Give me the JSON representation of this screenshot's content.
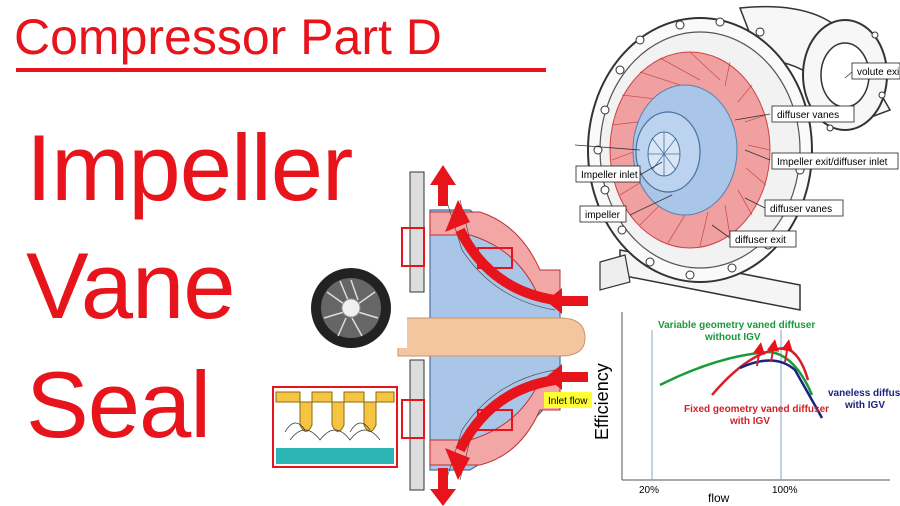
{
  "title": "Compressor Part D",
  "words": [
    "Impeller",
    "Vane",
    "Seal"
  ],
  "section_labels": {
    "inlet_flow": "Inlet flow"
  },
  "volute_labels": {
    "volute_exit": "volute exi",
    "diffuser_vanes_top": "diffuser vanes",
    "impeller_exit": "Impeller exit/diffuser inlet",
    "impeller_inlet": "Impeller inlet",
    "impeller": "impeller",
    "diffuser_vanes_bottom": "diffuser vanes",
    "diffuser_exit": "diffuser exit"
  },
  "chart_data": {
    "type": "line",
    "xlabel": "flow",
    "ylabel": "Efficiency",
    "x_ticks": [
      "20%",
      "100%"
    ],
    "series": [
      {
        "name": "Variable geometry vaned  diffuser without IGV",
        "color": "#1a9a3a"
      },
      {
        "name": "Fixed geometry vaned diffuser with IGV",
        "color": "#d4202a"
      },
      {
        "name": "vaneless diffuser with IGV",
        "color": "#1a237e"
      }
    ],
    "annotations": [
      {
        "text": "Variable geometry vaned  diffuser",
        "color": "#1a9a3a"
      },
      {
        "text": "without IGV",
        "color": "#1a9a3a"
      },
      {
        "text": "Fixed geometry vaned diffuser",
        "color": "#d4202a"
      },
      {
        "text": "with IGV",
        "color": "#d4202a"
      },
      {
        "text": "vaneless diffuser",
        "color": "#1a237e"
      },
      {
        "text": "with IGV",
        "color": "#1a237e"
      }
    ]
  },
  "colors": {
    "title_red": "#e8141b",
    "impeller_blue": "#a9c6e8",
    "shaft_tan": "#f3c6a0",
    "diffuser_pink": "#f2a6a6",
    "inlet_yellow": "#ffff33"
  }
}
